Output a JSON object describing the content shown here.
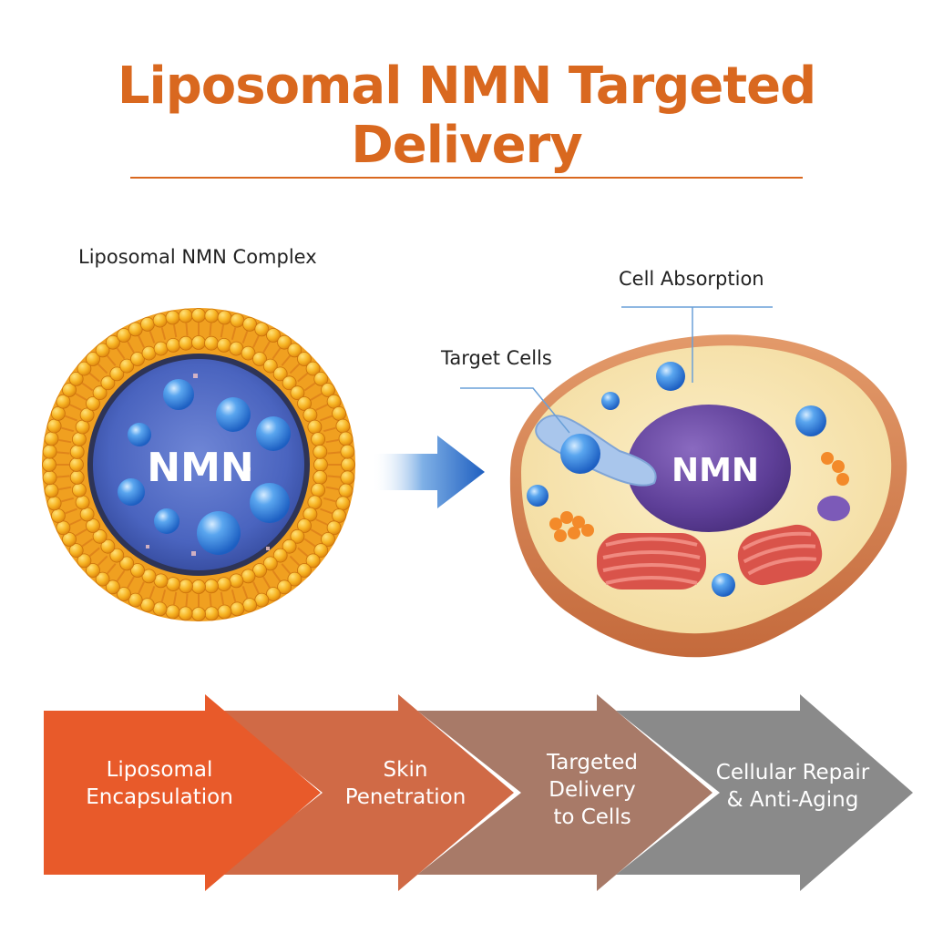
{
  "title": "Liposomal NMN Targeted Delivery",
  "colors": {
    "title": "#d9681f",
    "rule": "#d9681f"
  },
  "liposome": {
    "label": "Liposomal NMN Complex",
    "core_text": "NMN"
  },
  "cell": {
    "absorption_label": "Cell Absorption",
    "target_label": "Target Cells",
    "nucleus_text": "NMN"
  },
  "steps": [
    {
      "lines": [
        "Liposomal",
        "Encapsulation"
      ],
      "color": "#e85a2a"
    },
    {
      "lines": [
        "Skin",
        "Penetration"
      ],
      "color": "#d06a46"
    },
    {
      "lines": [
        "Targeted",
        "Delivery",
        "to Cells"
      ],
      "color": "#a87a68"
    },
    {
      "lines": [
        "Cellular Repair",
        "& Anti-Aging"
      ],
      "color": "#8a8a8a"
    }
  ]
}
